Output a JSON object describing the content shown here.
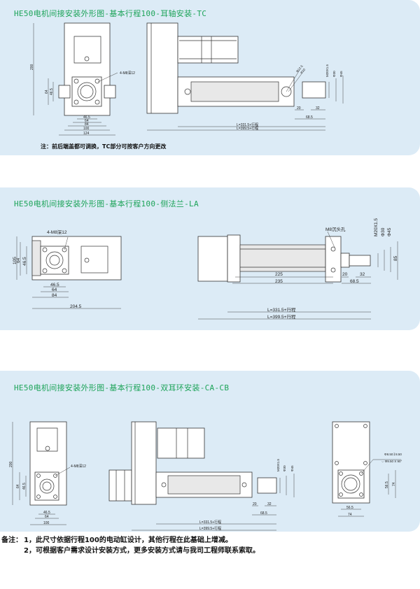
{
  "panels": [
    {
      "title": "HE50电机间接安装外形图-基本行程100-耳轴安装-TC",
      "note": "注：前后端盖都可调换，TC部分可按客户方向更改",
      "front_view": {
        "hole_label": "4-M8深12",
        "height": "200",
        "dim_64": "64",
        "dim_46_5": "46.5",
        "bottom_dims": [
          "46.5",
          "64",
          "84",
          "100",
          "124"
        ]
      },
      "side_view": {
        "dia_12_5": "Φ12.5",
        "dia_20": "Φ20",
        "thread": "M20X1.5",
        "dia_30": "Φ30",
        "dia_45": "Φ45",
        "dim_20": "20",
        "dim_32": "32",
        "dim_68_5": "68.5",
        "length_1": "L=331.5+行程",
        "length_2": "L=399.5+行程"
      }
    },
    {
      "title": "HE50电机间接安装外形图-基本行程100-侧法兰-LA",
      "front_view": {
        "hole_label": "4-M8深12",
        "height": "105",
        "dim_64": "64",
        "dim_46_5": "46.5",
        "bottom_dims": [
          "46.5",
          "64",
          "84",
          "204.5"
        ]
      },
      "side_view": {
        "hole_label": "M8沉头孔",
        "thread": "M20X1.5",
        "dia_30": "Φ30",
        "dia_45": "Φ45",
        "dim_85": "85",
        "dim_225": "225",
        "dim_235": "235",
        "dim_20": "20",
        "dim_32": "32",
        "dim_68_5": "68.5",
        "length_1": "L=331.5+行程",
        "length_2": "L=399.5+行程"
      }
    },
    {
      "title": "HE50电机间接安装外形图-基本行程100-双耳环安装-CA-CB",
      "front_view": {
        "hole_label": "4-M8深12",
        "height": "200",
        "dim_64": "64",
        "dim_46_5": "46.5",
        "bottom_dims": [
          "46.5",
          "64",
          "100"
        ]
      },
      "side_view": {
        "thread": "M20X1.5",
        "dia_30": "Φ30",
        "dia_45": "Φ45",
        "dim_20": "20",
        "dim_32": "32",
        "dim_68_5": "68.5",
        "length_1": "L=331.5+行程",
        "length_2": "L=399.5+行程"
      },
      "end_view": {
        "hole_1": "Φ8.50↧8.50",
        "hole_2": "⌵ Φ9.50 X 90°",
        "dim_56_5_v": "56.5",
        "dim_74_v": "74",
        "dim_56_5_h": "56.5",
        "dim_74_h": "74"
      }
    }
  ],
  "remarks": {
    "label": "备注：",
    "line1": "1，此尺寸依据行程100的电动缸设计，其他行程在此基础上增减。",
    "line2": "2，可根据客户需求设计安装方式，更多安装方式请与我司工程师联系索取。"
  }
}
